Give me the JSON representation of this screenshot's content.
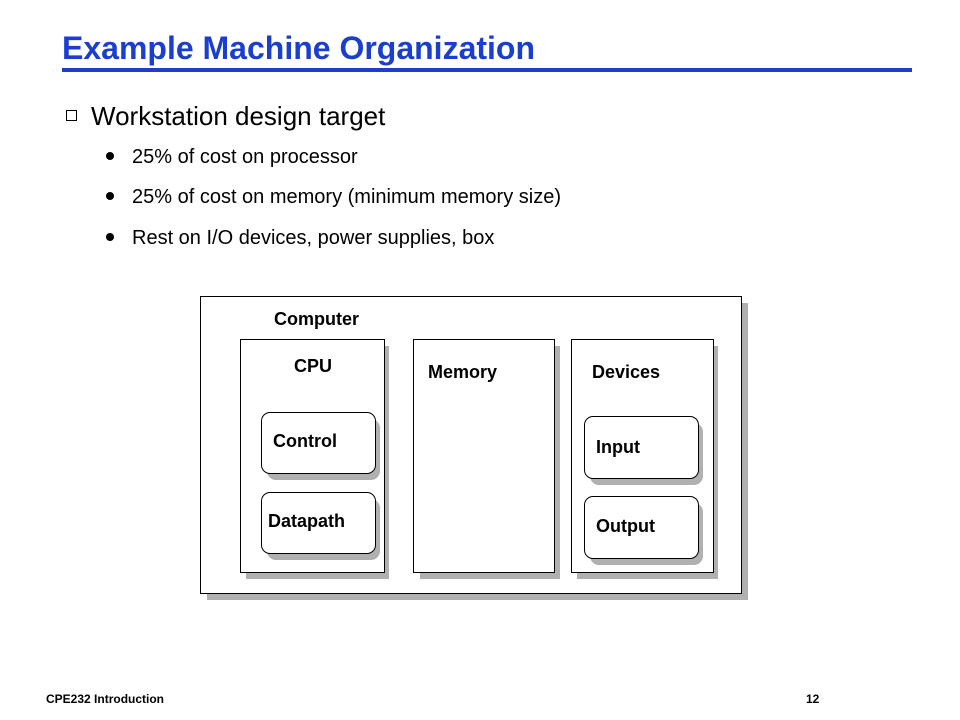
{
  "slide": {
    "title": "Example Machine Organization",
    "bullet": "Workstation design target",
    "sub_bullets": [
      "25% of cost on processor",
      "25% of cost on memory (minimum memory size)",
      "Rest on I/O devices, power supplies, box"
    ]
  },
  "diagram": {
    "computer_label": "Computer",
    "cpu_label": "CPU",
    "control_label": "Control",
    "datapath_label": "Datapath",
    "memory_label": "Memory",
    "devices_label": "Devices",
    "input_label": "Input",
    "output_label": "Output"
  },
  "footer": {
    "course": "CPE232  Introduction",
    "page": "12"
  },
  "colors": {
    "title": "#1a3fcf",
    "shadow": "#b0b0b0"
  }
}
